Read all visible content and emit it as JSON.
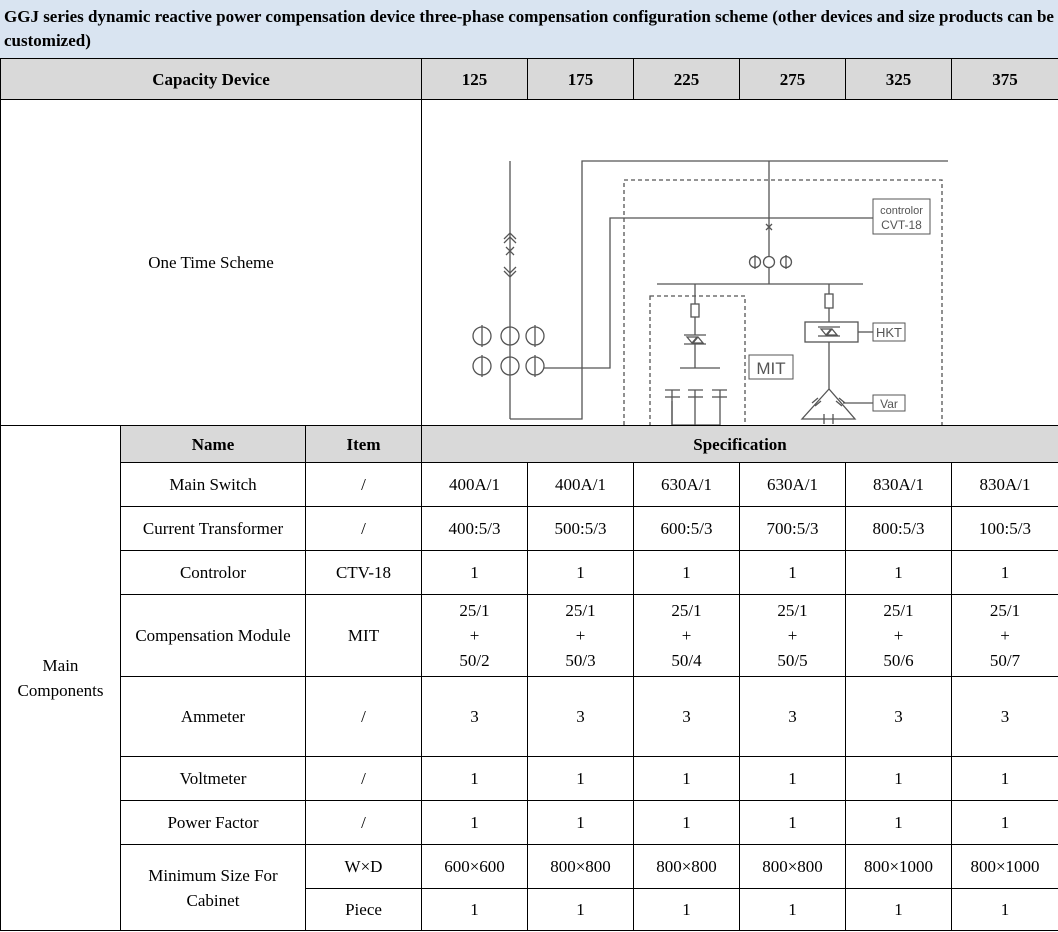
{
  "title": "GGJ series dynamic reactive power compensation device three-phase compensation configuration scheme (other devices and size products can be customized)",
  "header": {
    "capacity_label": "Capacity Device",
    "capacities": [
      "125",
      "175",
      "225",
      "275",
      "325",
      "375"
    ]
  },
  "scheme": {
    "label": "One Time Scheme",
    "diagram": {
      "controller_line1": "controlor",
      "controller_line2": "CVT-18",
      "mit_label": "MIT",
      "hkt_label": "HKT",
      "var_label": "Var"
    }
  },
  "components": {
    "group_label": "Main Components",
    "col_name": "Name",
    "col_item": "Item",
    "col_spec": "Specification",
    "rows": [
      {
        "name": "Main Switch",
        "item": "/",
        "values": [
          "400A/1",
          "400A/1",
          "630A/1",
          "630A/1",
          "830A/1",
          "830A/1"
        ]
      },
      {
        "name": "Current Transformer",
        "item": "/",
        "values": [
          "400:5/3",
          "500:5/3",
          "600:5/3",
          "700:5/3",
          "800:5/3",
          "100:5/3"
        ]
      },
      {
        "name": "Controlor",
        "item": "CTV-18",
        "values": [
          "1",
          "1",
          "1",
          "1",
          "1",
          "1"
        ]
      },
      {
        "name": "Compensation Module",
        "item": "MIT",
        "values": [
          [
            "25/1",
            "+",
            "50/2"
          ],
          [
            "25/1",
            "+",
            "50/3"
          ],
          [
            "25/1",
            "+",
            "50/4"
          ],
          [
            "25/1",
            "+",
            "50/5"
          ],
          [
            "25/1",
            "+",
            "50/6"
          ],
          [
            "25/1",
            "+",
            "50/7"
          ]
        ]
      },
      {
        "name": "Ammeter",
        "item": "/",
        "values": [
          "3",
          "3",
          "3",
          "3",
          "3",
          "3"
        ]
      },
      {
        "name": "Voltmeter",
        "item": "/",
        "values": [
          "1",
          "1",
          "1",
          "1",
          "1",
          "1"
        ]
      },
      {
        "name": "Power Factor",
        "item": "/",
        "values": [
          "1",
          "1",
          "1",
          "1",
          "1",
          "1"
        ]
      }
    ],
    "cabinet": {
      "name_line1": "Minimum Size For",
      "name_line2": "Cabinet",
      "rows": [
        {
          "item": "W×D",
          "values": [
            "600×600",
            "800×800",
            "800×800",
            "800×800",
            "800×1000",
            "800×1000"
          ]
        },
        {
          "item": "Piece",
          "values": [
            "1",
            "1",
            "1",
            "1",
            "1",
            "1"
          ]
        }
      ]
    }
  }
}
